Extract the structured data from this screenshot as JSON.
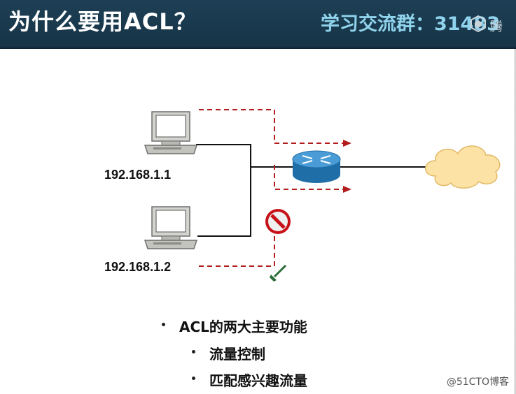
{
  "header": {
    "title": "为什么要用ACL？",
    "group_text": "学习交流群：31483",
    "logo_text": "腾"
  },
  "diagram": {
    "host1_ip": "192.168.1.1",
    "host2_ip": "192.168.1.2",
    "icons": [
      "pc-icon",
      "router-icon",
      "cloud-icon",
      "deny-icon",
      "filter-icon"
    ],
    "colors": {
      "path": "#b21c1c",
      "router": "#2f82c2",
      "cloud": "#fde2a6",
      "deny": "#c8121a"
    }
  },
  "bullets": {
    "main": "ACL的两大主要功能",
    "sub1": "流量控制",
    "sub2": "匹配感兴趣流量"
  },
  "watermark": "@51CTO博客"
}
